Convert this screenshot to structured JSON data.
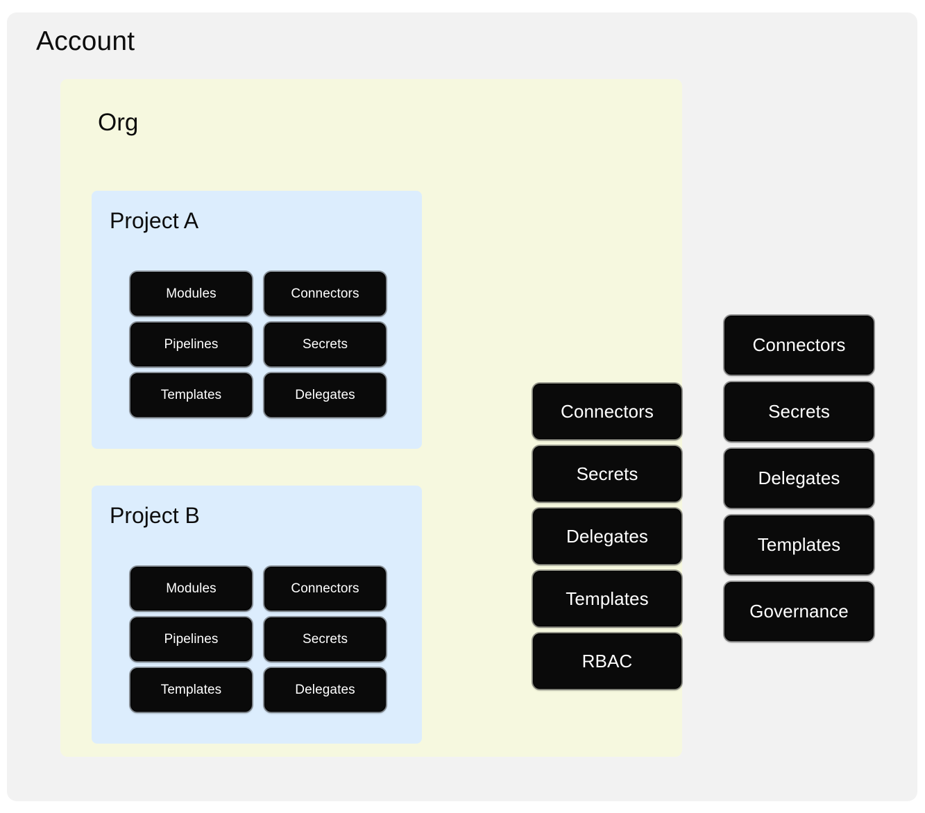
{
  "account": {
    "title": "Account",
    "bg_color": "#F2F2F2",
    "items": [
      {
        "label": "Connectors"
      },
      {
        "label": "Secrets"
      },
      {
        "label": "Delegates"
      },
      {
        "label": "Templates"
      },
      {
        "label": "Governance"
      }
    ]
  },
  "org": {
    "title": "Org",
    "bg_color": "#F6F8DF",
    "items": [
      {
        "label": "Connectors"
      },
      {
        "label": "Secrets"
      },
      {
        "label": "Delegates"
      },
      {
        "label": "Templates"
      },
      {
        "label": "RBAC"
      }
    ]
  },
  "projects": [
    {
      "title": "Project A",
      "bg_color": "#DCEDFD",
      "items": [
        {
          "label": "Modules"
        },
        {
          "label": "Connectors"
        },
        {
          "label": "Pipelines"
        },
        {
          "label": "Secrets"
        },
        {
          "label": "Templates"
        },
        {
          "label": "Delegates"
        }
      ]
    },
    {
      "title": "Project B",
      "bg_color": "#DCEDFD",
      "items": [
        {
          "label": "Modules"
        },
        {
          "label": "Connectors"
        },
        {
          "label": "Pipelines"
        },
        {
          "label": "Secrets"
        },
        {
          "label": "Templates"
        },
        {
          "label": "Delegates"
        }
      ]
    }
  ],
  "styles": {
    "pill_bg": "#0A0A0A",
    "pill_text": "#FFFFFF",
    "page_bg": "#FFFFFF"
  }
}
